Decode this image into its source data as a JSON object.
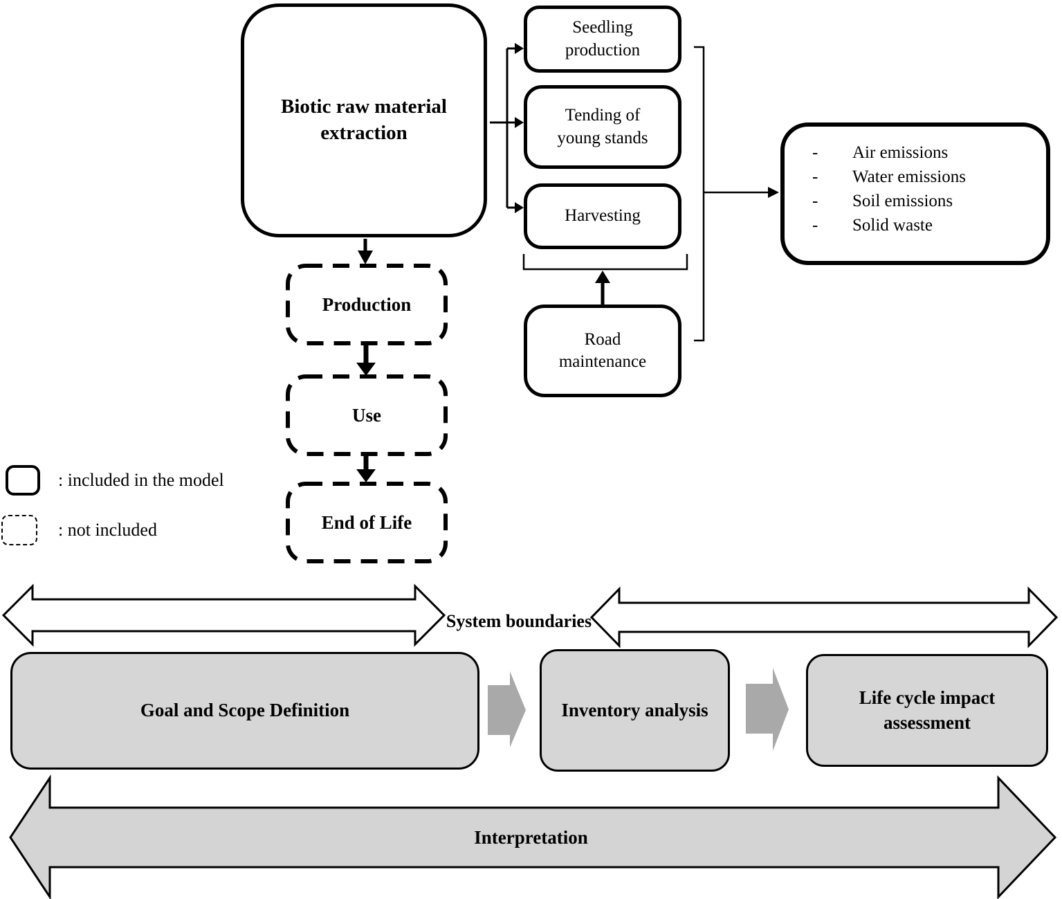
{
  "diagram": {
    "boxes": {
      "biotic": "Biotic raw material extraction",
      "seedling": "Seedling production",
      "tending": "Tending of young stands",
      "harvesting": "Harvesting",
      "road": "Road maintenance",
      "production": "Production",
      "use": "Use",
      "end_of_life": "End of Life"
    },
    "emissions": {
      "bullet": "-",
      "items": [
        "Air emissions",
        "Water emissions",
        "Soil emissions",
        "Solid waste"
      ]
    },
    "legend": {
      "included": ": included in the model",
      "not_included": ": not included"
    },
    "system_boundaries_label": "System boundaries",
    "lca_steps": [
      "Goal and Scope Definition",
      "Inventory analysis",
      "Life cycle impact assessment"
    ],
    "interpretation_label": "Interpretation",
    "colors": {
      "line_black": "#000000",
      "process_box_fill": "#d6d6d6",
      "chevron_fill": "#a9a9a9",
      "interpretation_fill": "#d4d4d4"
    }
  }
}
